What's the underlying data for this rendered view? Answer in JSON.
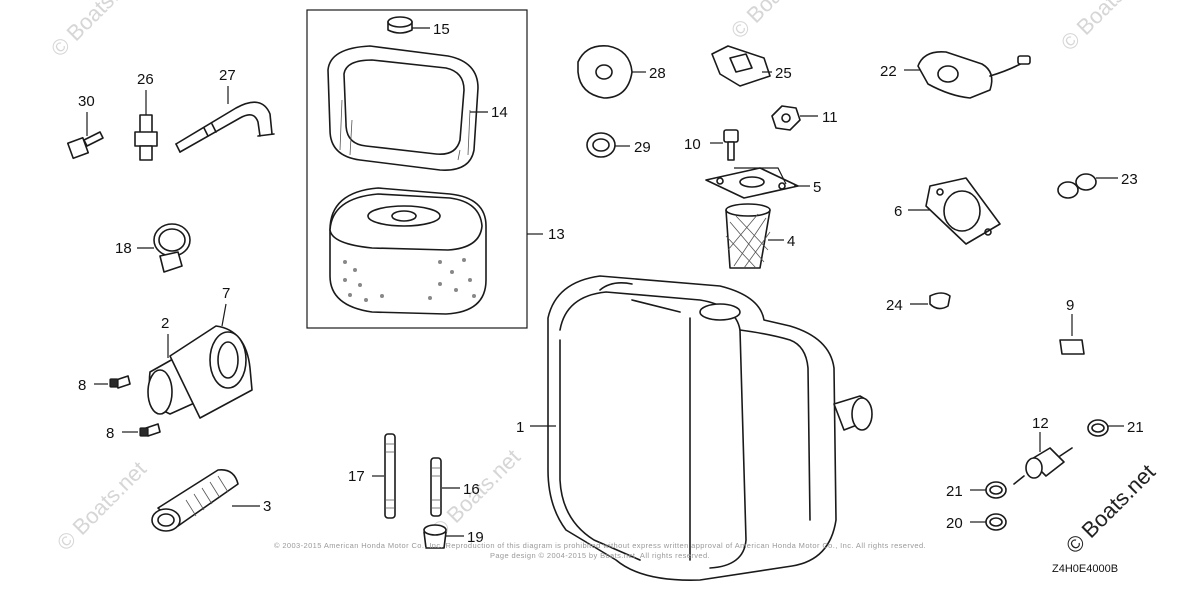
{
  "watermark": {
    "text": "© Boats.net",
    "color": "#d6d6d6"
  },
  "diagram_code": "Z4H0E4000B",
  "copyright_line_1": "© 2003-2015 American Honda Motor Co., Inc. Reproduction of this diagram is prohibited without express written approval of American Honda Motor Co., Inc. All rights reserved.",
  "copyright_line_2": "Page design © 2004-2015 by Boats.net. All rights reserved.",
  "part_labels": {
    "p1": "1",
    "p2": "2",
    "p3": "3",
    "p4": "4",
    "p5": "5",
    "p6": "6",
    "p7": "7",
    "p8a": "8",
    "p8b": "8",
    "p9": "9",
    "p10": "10",
    "p11": "11",
    "p12": "12",
    "p13": "13",
    "p14": "14",
    "p15": "15",
    "p16": "16",
    "p17": "17",
    "p18": "18",
    "p19": "19",
    "p20": "20",
    "p21a": "21",
    "p21b": "21",
    "p22": "22",
    "p23": "23",
    "p24": "24",
    "p25": "25",
    "p26": "26",
    "p27": "27",
    "p28": "28",
    "p29": "29",
    "p30": "30"
  }
}
